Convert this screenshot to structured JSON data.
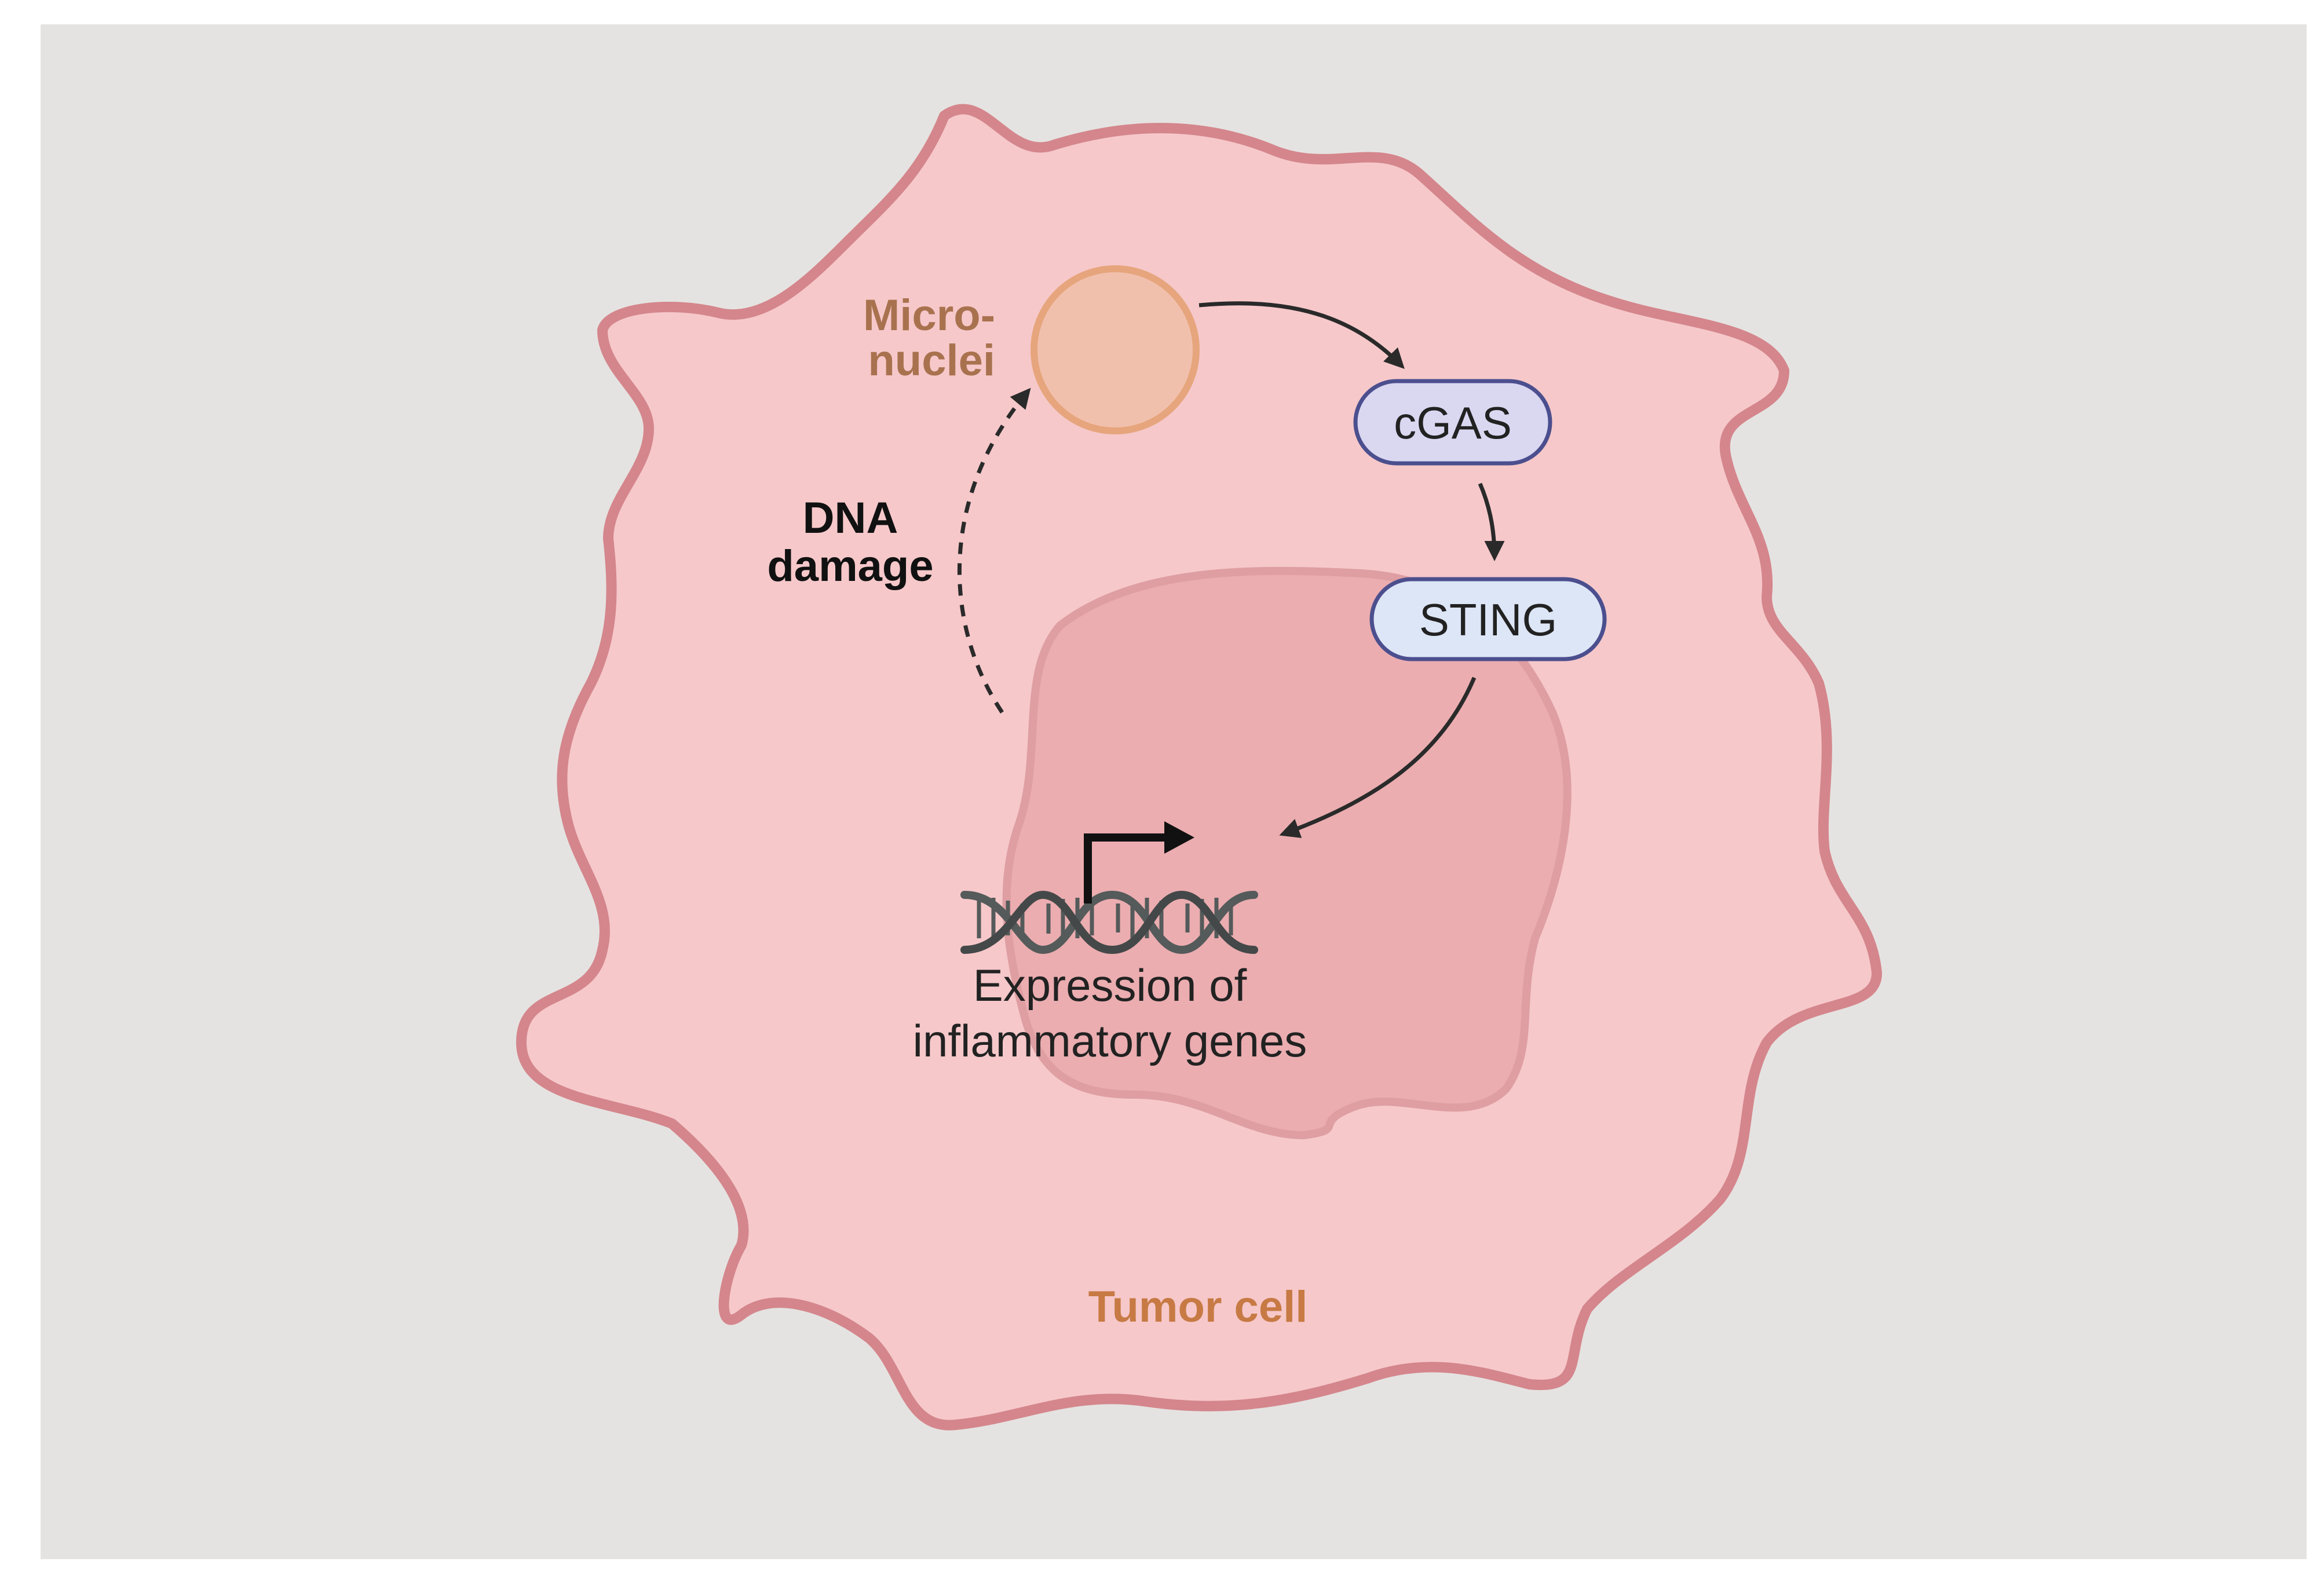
{
  "colors": {
    "page_background": "#ffffff",
    "panel_background": "#e5e3e1",
    "cell_fill": "#f6c8ca",
    "cell_stroke": "#d4868c",
    "nucleus_fill": "#ebadb0",
    "nucleus_stroke": "#de9ea2",
    "micronucleus_fill": "#f1c0ad",
    "micronucleus_stroke": "#e6a57c",
    "micronuclei_label": "#a9724f",
    "tumor_label": "#c77a44",
    "node_cgas_fill": "#dad7f1",
    "node_sting_fill": "#dde6f6",
    "node_stroke": "#4c4f8e",
    "text_dark": "#222222",
    "arrow": "#2a2a2a",
    "dna_strand": "#555a5a"
  },
  "labels": {
    "micronuclei_line1": "Micro-",
    "micronuclei_line2": "nuclei",
    "dna_damage_line1": "DNA",
    "dna_damage_line2": "damage",
    "expression_line1": "Expression of",
    "expression_line2": "inflammatory genes",
    "tumor_cell": "Tumor cell"
  },
  "nodes": {
    "cgas": "cGAS",
    "sting": "STING"
  },
  "icons": {
    "dna": "dna-double-helix-icon",
    "transcription_start": "transcription-start-arrow-icon",
    "micronucleus": "micronucleus-circle-icon"
  }
}
